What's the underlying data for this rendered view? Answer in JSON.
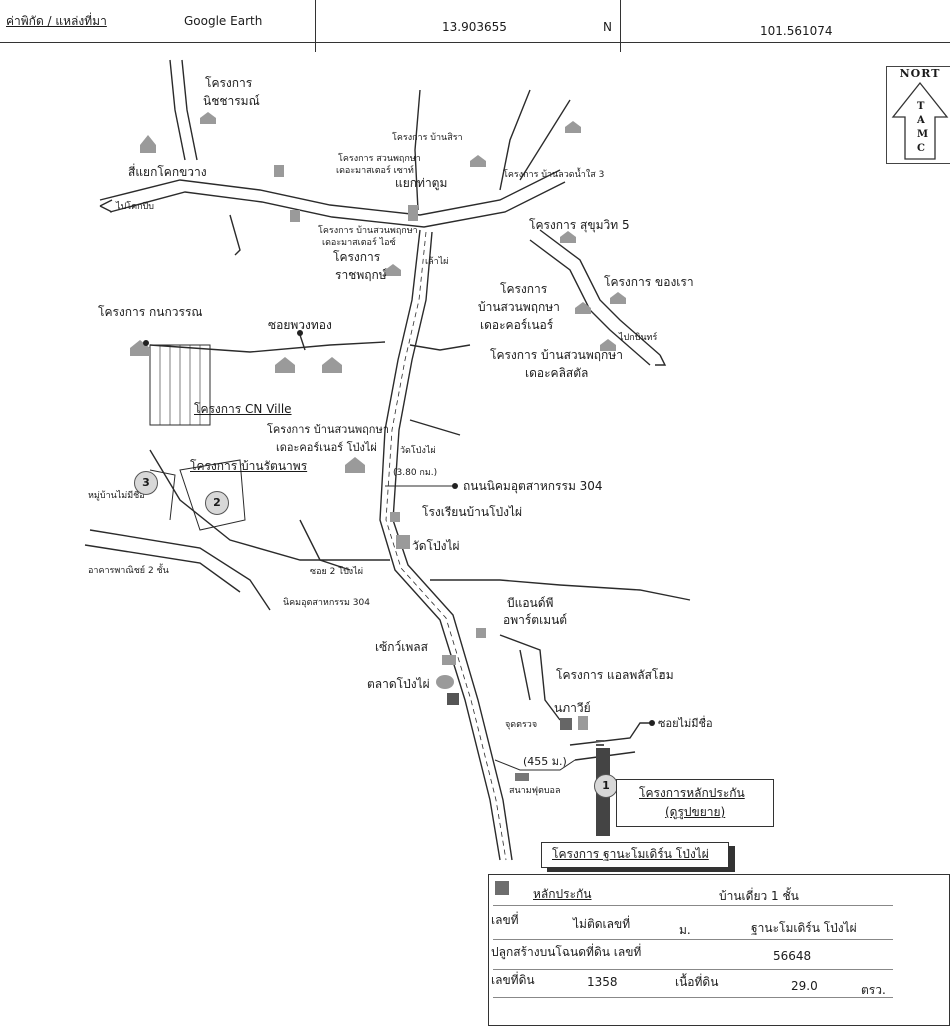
{
  "header": {
    "label": "ค่าพิกัด / แหล่งที่มา",
    "source": "Google Earth",
    "latitude": "13.903655",
    "lat_dir": "N",
    "longitude": "101.561074"
  },
  "north_arrow": {
    "title": "NORT",
    "letters": [
      "T",
      "A",
      "M",
      "C"
    ]
  },
  "labels": {
    "sri_yaek": "สี่แยกโคกขวาง",
    "nitcharamon_1": "โครงการ",
    "nitcharamon_2": "นิชชารมณ์",
    "yaek_tha_tum": "แยกท่าตูม",
    "sukhumvit5": "โครงการ สุขุมวิท 5",
    "ratchaphruk_1": "โครงการ",
    "ratchaphruk_2": "ราชพฤกษ์",
    "suanphruk_corner_1": "โครงการ",
    "suanphruk_corner_2": "บ้านสวนพฤกษา",
    "suanphruk_corner_3": "เดอะคอร์เนอร์",
    "khongrao": "โครงการ ของเรา",
    "kanokwan": "โครงการ กนกวรรณ",
    "soi_phuangthong": "ซอยพวงทอง",
    "crystal_1": "โครงการ บ้านสวนพฤกษา",
    "crystal_2": "เดอะคลิสตัล",
    "cn_ville": "โครงการ CN Ville",
    "ponghpai_corner_1": "โครงการ บ้านสวนพฤกษา",
    "ponghpai_corner_2": "เดอะคอร์เนอร์ โป่งไผ่",
    "rattana": "โครงการ บ้านรัตนาพร",
    "distance1": "(3.80 กม.)",
    "road304": "ถนนนิคมอุตสาหกรรม 304",
    "moo_ban": "หมู่บ้านไม่มีชื่อ",
    "school": "โรงเรียนบ้านโป่งไผ่",
    "temple": "วัดโป่งไผ่",
    "commercial": "อาคารพาณิชย์ 2 ชั้น",
    "soi2": "ซอย 2 โป่งไผ่",
    "nikhom304": "นิคมอุตสาหกรรม 304",
    "apartment_1": "บีแอนด์พี",
    "apartment_2": "อพาร์ตเมนต์",
    "seven_eleven": "เซ้กว์เพลส",
    "allplus": "โครงการ แอลพลัสโฮม",
    "market": "ตลาดโป่งไผ่",
    "nphawi": "นภาวีย์",
    "soi_nameless": "ซอยไม่มีชื่อ",
    "distance2": "(455 ม.)",
    "collateral_1": "โครงการหลักประกัน",
    "collateral_2": "(ดูรูปขยาย)",
    "thana": "โครงการ ฐานะโมเดิร์น โป่งไผ่",
    "small_1": "โครงการ บ้านสิรา",
    "small_2": "โครงการ สวนพฤกษา",
    "small_3": "เดอะมาสเตอร์ เซาท์",
    "small_4": "โครงการ บ้านสวนพฤกษา",
    "small_5": "เดอะมาสเตอร์ ไอซ์",
    "small_6": "โครงการ บ้านลวดน้ำใส 3",
    "small_7": "เล้าไผ่",
    "small_8": "ไปโคกปีบ",
    "small_9": "ไปกบินทร์",
    "small_10": "วัดโป่งไผ่",
    "small_11": "สนามฟุตบอล",
    "small_12": "จุดตรวจ",
    "num1": "1",
    "num2": "2",
    "num3": "3"
  },
  "info_box": {
    "title": "หลักประกัน",
    "type": "บ้านเดี่ยว 1 ชั้น",
    "no_label": "เลขที่",
    "no_value": "ไม่ติดเลขที่",
    "moo_label": "ม.",
    "project_value": "ฐานะโมเดิร์น โป่งไผ่",
    "deed_label": "ปลูกสร้างบนโฉนดที่ดิน เลขที่",
    "deed_value": "56648",
    "land_no_label": "เลขที่ดิน",
    "land_no_value": "1358",
    "area_label": "เนื้อที่ดิน",
    "area_value": "29.0",
    "area_unit": "ตรว."
  }
}
